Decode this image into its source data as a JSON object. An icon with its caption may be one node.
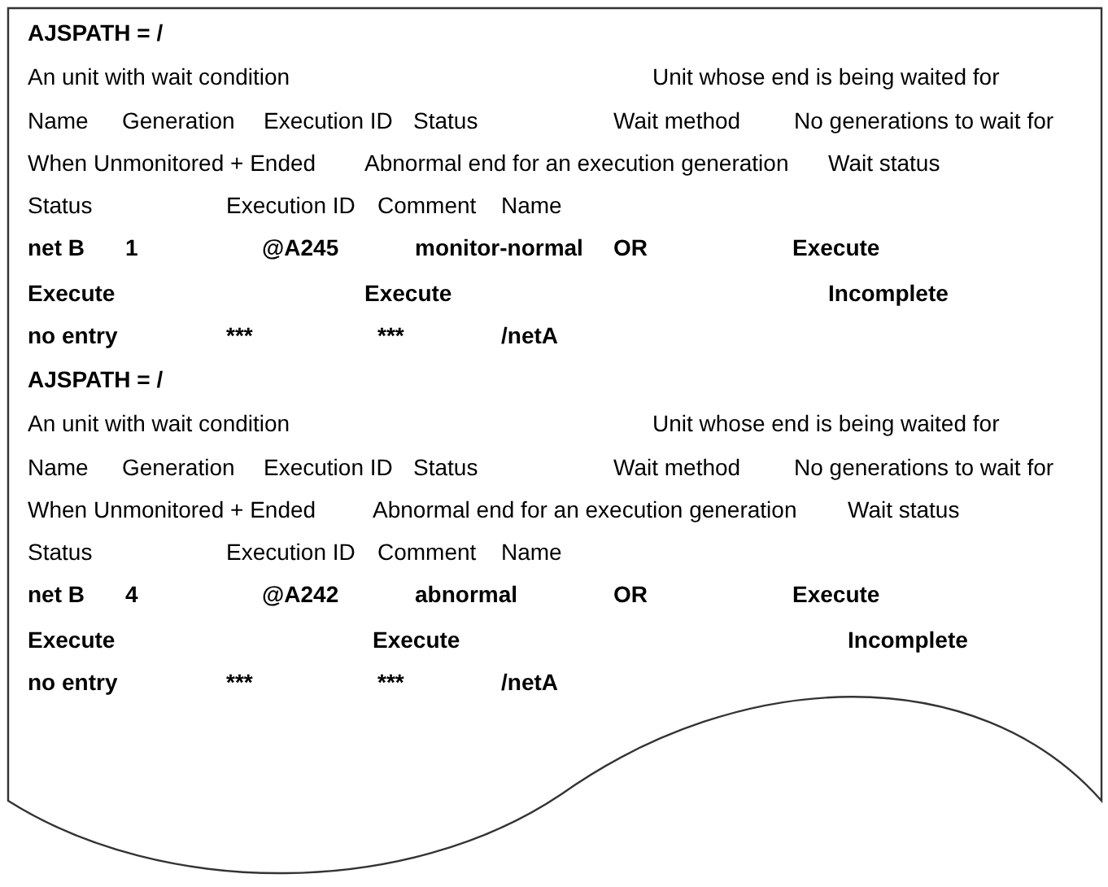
{
  "diagram": {
    "nodes": [
      {
        "text": [
          "AJSPATH = /",
          "An unit with wait condition",
          "Unit whose end is being waited for",
          "Name",
          "Generation",
          "Execution ID",
          "Status",
          "Wait method",
          "No generations to wait for",
          "When Unmonitored + Ended",
          "Abnormal end for an execution generation",
          "Wait status",
          "Status",
          "Execution ID",
          "Comment",
          "Name",
          "net B",
          "1",
          "@A245",
          "monitor-normal",
          "OR",
          "Execute",
          "Execute",
          "Execute",
          "Incomplete",
          "no entry",
          "***",
          "***",
          "/netA",
          "AJSPATH = /",
          "An unit with wait condition",
          "Unit whose end is being waited for",
          "Name",
          "Generation",
          "Execution ID",
          "Status",
          "Wait method",
          "No generations to wait for",
          "When Unmonitored + Ended",
          "Abnormal end for an execution generation",
          "Wait status",
          "Status",
          "Execution ID",
          "Comment",
          "Name",
          "net B",
          "4",
          "@A242",
          "abnormal",
          "OR",
          "Execute",
          "Execute",
          "Execute",
          "Incomplete",
          "no entry",
          "***",
          "***",
          "/netA"
        ]
      }
    ]
  }
}
